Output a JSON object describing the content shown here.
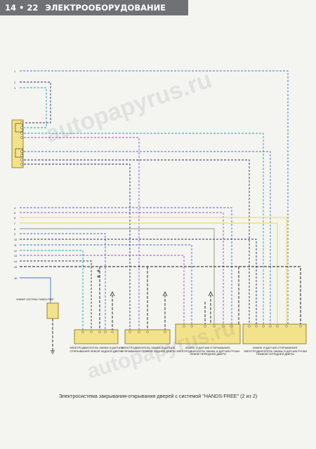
{
  "header": {
    "page": "14 • 22",
    "section": "ЭЛЕКТРООБОРУДОВАНИЕ"
  },
  "caption": "Электросистема закрывания-открывания дверей с системой \"HANDS-FREE\" (2 из 2)",
  "watermark": "autopapyrus.ru",
  "connector_pins": [
    "1",
    "2",
    "3",
    "4",
    "5",
    "6",
    "7",
    "8",
    "9",
    "10",
    "11",
    "12",
    "13",
    "14",
    "15",
    "16"
  ],
  "components": {
    "buzzer": "ЗУММЕР СИСТЕМЫ \"HANDS-FREE\"",
    "rear_left": "ЭЛЕКТРОДВИГАТЕЛЬ ЗАМКА И ДАТЧИК ОТКРЫВАНИЯ ЛЕВОЙ ЗАДНЕЙ ДВЕРИ",
    "rear_right": "ЭЛЕКТРОДВИГАТЕЛЬ ЗАМКА И ДАТЧИК ОТКРЫВАНИЯ ПРАВОЙ ЗАДНЕЙ ДВЕРИ",
    "front_left": "ЗАМОК И ДАТЧИК ОТКРЫВАНИЯ, ЭЛЕКТРОДВИГАТЕЛЬ ЗАМКА И ДАТЧИК РУЧКИ ЛЕВОЙ ПЕРЕДНЕЙ ДВЕРИ",
    "front_right": "ЗАМОК И ДАТЧИК ОТКРЫВАНИЯ, ЭЛЕКТРОДВИГАТЕЛЬ ЗАМКА И ДАТЧИК РУЧКИ ПРАВОЙ ПЕРЕДНЕЙ ДВЕРИ"
  },
  "colors": {
    "blue": "#3f6fd0",
    "navy": "#27306b",
    "violet": "#8f55c4",
    "teal": "#16a3a8",
    "yellow": "#ece16a",
    "gray": "#8e8e8e",
    "black": "#1a1a1a",
    "box": "#f2e28a"
  }
}
